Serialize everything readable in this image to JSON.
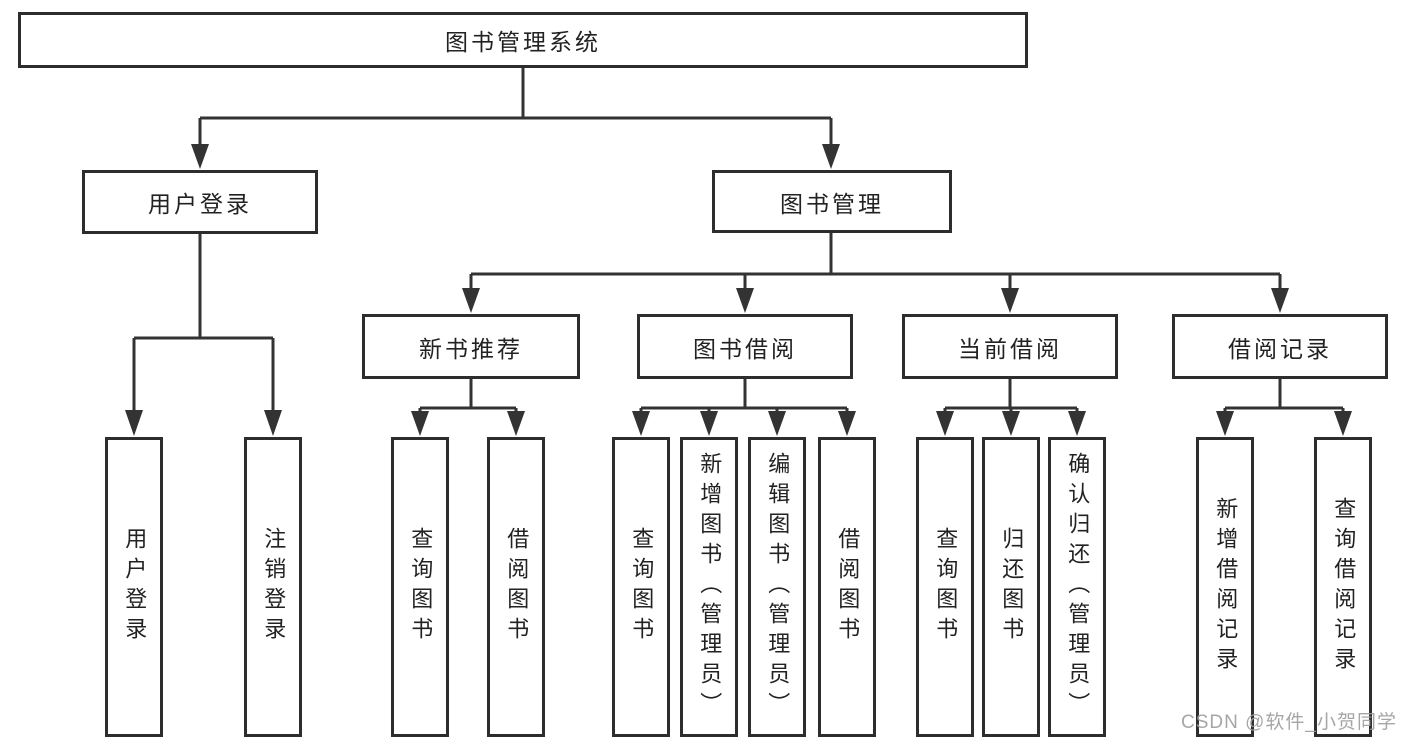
{
  "title": "图书管理系统",
  "tree": {
    "root": {
      "label": "图书管理系统"
    },
    "level2": {
      "user_login": {
        "label": "用户登录"
      },
      "book_management": {
        "label": "图书管理"
      }
    },
    "level3": {
      "new_book_recommend": {
        "label": "新书推荐"
      },
      "book_borrowing": {
        "label": "图书借阅"
      },
      "current_borrowing": {
        "label": "当前借阅"
      },
      "borrowing_records": {
        "label": "借阅记录"
      }
    },
    "leaves": {
      "user_login": [
        "用户登录",
        "注销登录"
      ],
      "new_book_recommend": [
        "查询图书",
        "借阅图书"
      ],
      "book_borrowing": [
        "查询图书",
        "新增图书（管理员）",
        "编辑图书（管理员）",
        "借阅图书"
      ],
      "current_borrowing": [
        "查询图书",
        "归还图书",
        "确认归还（管理员）"
      ],
      "borrowing_records": [
        "新增借阅记录",
        "查询借阅记录"
      ]
    }
  },
  "watermark": {
    "text": "CSDN @软件_小贺同学"
  },
  "colors": {
    "line": "#333333",
    "border": "#2d2d2d",
    "text": "#222222",
    "watermark": "#9e9e9e",
    "background": "#ffffff"
  }
}
